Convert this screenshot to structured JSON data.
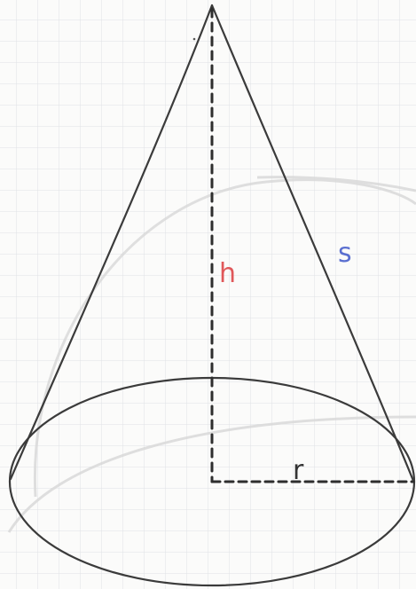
{
  "labels": {
    "height": "h",
    "slant": "s",
    "radius": "r"
  },
  "colors": {
    "paper": "#fbfbfa",
    "grid": "#dfe2e5",
    "ink": "#3b3b3b",
    "height_label": "#e0585a",
    "slant_label": "#5a6fd0",
    "radius_label": "#333333",
    "faint_sketch": "#d8d8d8"
  }
}
